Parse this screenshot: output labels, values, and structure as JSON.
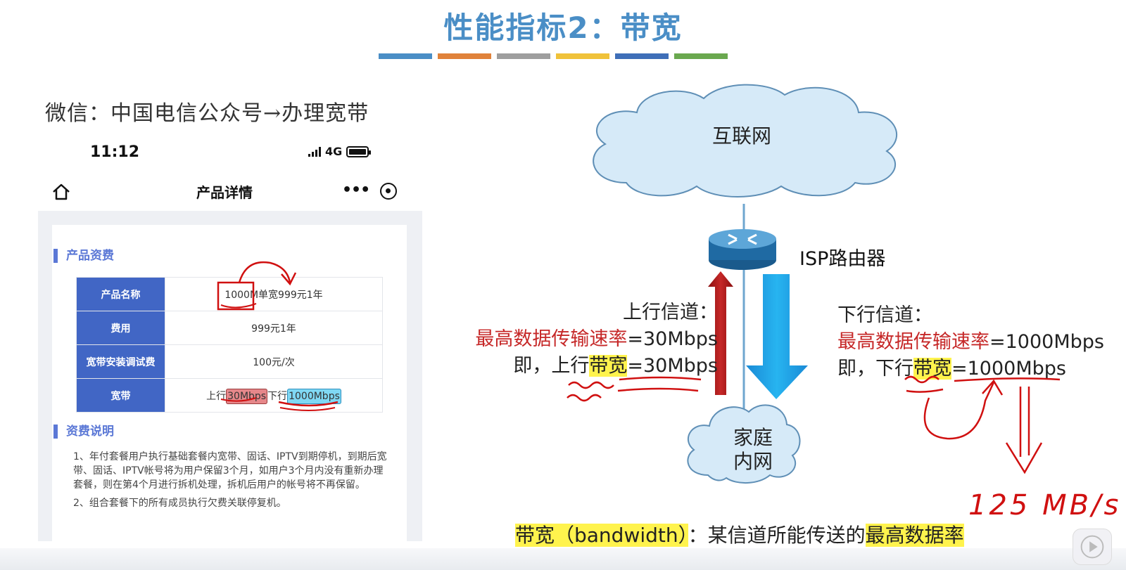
{
  "slide": {
    "title": "性能指标2：带宽",
    "title_bar_colors": [
      "#4a8ec6",
      "#e0823a",
      "#9e9e9e",
      "#f0c23a",
      "#3f6fb8",
      "#6aa84f"
    ]
  },
  "left": {
    "wechat_line": "微信：中国电信公众号→办理宽带",
    "phone": {
      "time": "11:12",
      "network": "4G",
      "nav": {
        "title": "产品详情",
        "more": "•••"
      },
      "section_fee": "产品资费",
      "table": [
        {
          "key": "产品名称",
          "value": "1000M单宽999元1年"
        },
        {
          "key": "费用",
          "value": "999元1年"
        },
        {
          "key": "宽带安装调试费",
          "value": "100元/次"
        },
        {
          "key": "宽带",
          "value_up_prefix": "上行",
          "value_up": "30Mbps",
          "value_down_prefix": "下行",
          "value_down": "1000Mbps"
        }
      ],
      "section_explain": "资费说明",
      "explain": [
        "1、年付套餐用户执行基础套餐内宽带、固话、IPTV到期停机，到期后宽带、固话、IPTV帐号将为用户保留3个月，如用户3个月内没有重新办理套餐，则在第4个月进行拆机处理，拆机后用户的帐号将不再保留。",
        "2、组合套餐下的所有成员执行欠费关联停复机。"
      ]
    }
  },
  "diagram": {
    "cloud_top": "互联网",
    "router": "ISP路由器",
    "cloud_bottom_line1": "家庭",
    "cloud_bottom_line2": "内网",
    "up": {
      "heading": "上行信道：",
      "rate_label": "最高数据传输速率",
      "rate_value": "=30Mbps",
      "bw_prefix": "即，上行",
      "bw_word": "带宽",
      "bw_value": "=30Mbps"
    },
    "down": {
      "heading": "下行信道：",
      "rate_label": "最高数据传输速率",
      "rate_value": "=1000Mbps",
      "bw_prefix": "即，下行",
      "bw_word": "带宽",
      "bw_value": "=1000Mbps"
    },
    "definition": {
      "term": "带宽（bandwidth）",
      "middle": "：某信道所能传送的",
      "emph": "最高数据率"
    },
    "handwriting": "125 MB/s"
  }
}
